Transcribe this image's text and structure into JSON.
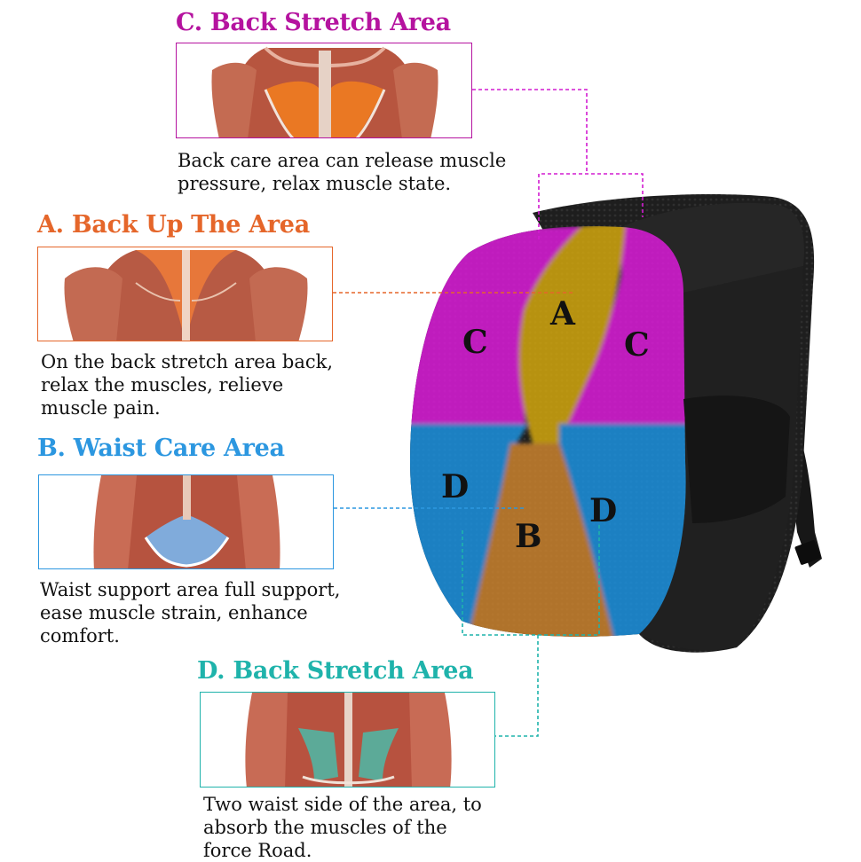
{
  "colors": {
    "C": "#b5139f",
    "A": "#e5662a",
    "B": "#2c97e0",
    "D": "#1fb3ab",
    "zone_magenta": "#e21ae0",
    "zone_yellow": "#d9ab07",
    "zone_orange": "#d0862f",
    "zone_blue": "#1f96e6",
    "cushion": "#1c1c1c"
  },
  "sections": [
    {
      "key": "C",
      "title": "C. Back Stretch Area",
      "lines": [
        "Back care area can release muscle",
        "pressure, relax muscle state."
      ],
      "image": "back-muscle-illustration-upper-highlight"
    },
    {
      "key": "A",
      "title": "A. Back Up The Area",
      "lines": [
        "On the back stretch area back,",
        "relax the muscles, relieve",
        "muscle pain."
      ],
      "image": "back-muscle-illustration-spine-highlight"
    },
    {
      "key": "B",
      "title": "B. Waist Care Area",
      "lines": [
        "Waist support area full support,",
        "ease muscle strain, enhance",
        "comfort."
      ],
      "image": "back-muscle-illustration-lumbar-highlight"
    },
    {
      "key": "D",
      "title": "D. Back Stretch Area",
      "lines": [
        "Two waist side of the area, to",
        "absorb the muscles of the",
        "force Road."
      ],
      "image": "back-muscle-illustration-side-highlight"
    }
  ],
  "cushion": {
    "zones": {
      "A": "A",
      "B": "B",
      "C_left": "C",
      "C_right": "C",
      "D_left": "D",
      "D_right": "D"
    }
  }
}
